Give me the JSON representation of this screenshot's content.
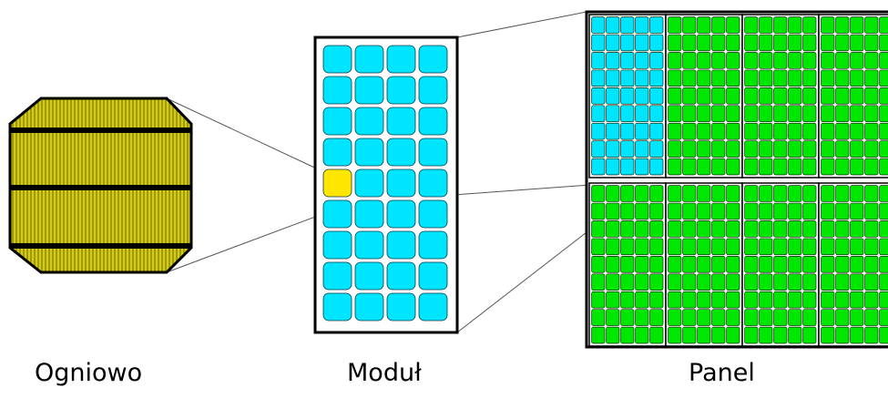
{
  "labels": {
    "cell": "Ogniowo",
    "module": "Moduł",
    "panel": "Panel"
  },
  "colors": {
    "cell_fill": "#d4cc10",
    "cell_stripe": "#6a6400",
    "cell_outline": "#000000",
    "module_cell": "#00e5ff",
    "module_highlight": "#ffe600",
    "panel_cell": "#00e600",
    "panel_highlight": "#00e5ff",
    "frame": "#000000",
    "connector": "#555555"
  },
  "module": {
    "rows": 9,
    "cols": 4,
    "highlight_row": 4,
    "highlight_col": 0
  },
  "panel": {
    "module_rows": 2,
    "module_cols": 4,
    "cell_rows": 9,
    "cell_cols": 5,
    "highlight_module": [
      0,
      0
    ]
  }
}
